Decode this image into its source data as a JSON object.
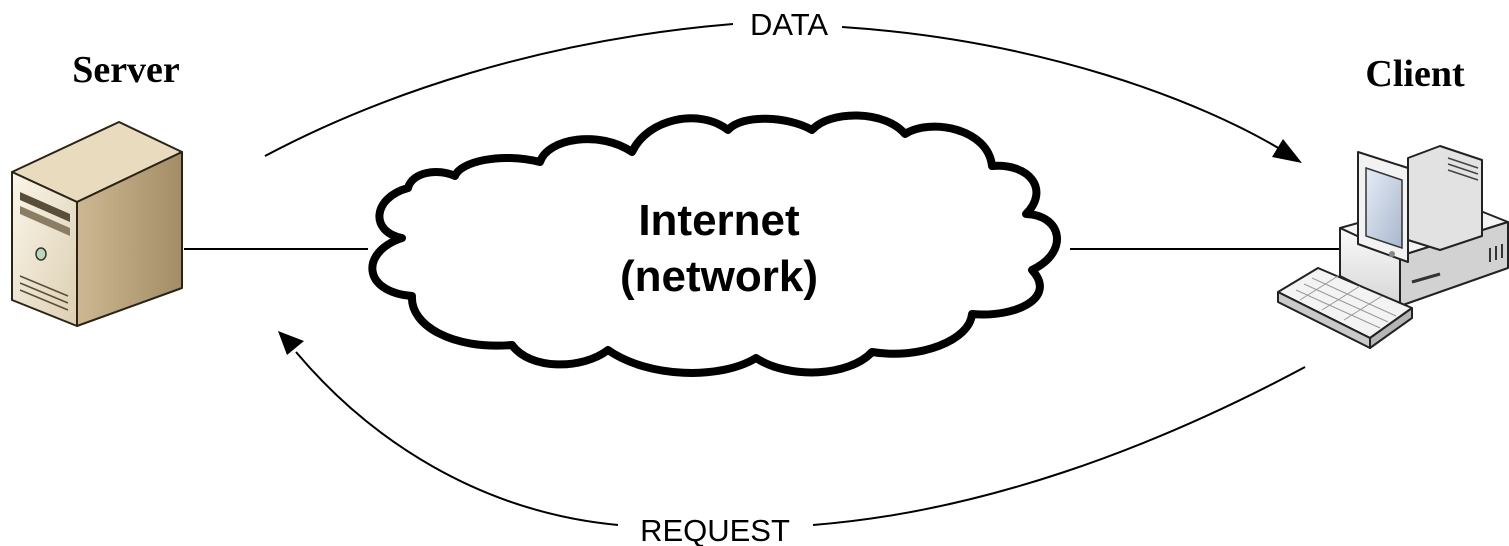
{
  "nodes": {
    "server": {
      "title": "Server",
      "icon": "server-tower-icon"
    },
    "client": {
      "title": "Client",
      "icon": "desktop-computer-icon"
    },
    "network": {
      "line1": "Internet",
      "line2": "(network)",
      "icon": "cloud-icon"
    }
  },
  "flows": {
    "data": {
      "label": "DATA",
      "from": "Server",
      "to": "Client"
    },
    "request": {
      "label": "REQUEST",
      "from": "Client",
      "to": "Server"
    }
  },
  "colors": {
    "line": "#000000",
    "server_front": "#f2e9d4",
    "server_side": "#c2ac83",
    "client_body": "#eeeeee",
    "client_screen": "#c8d4e6"
  }
}
